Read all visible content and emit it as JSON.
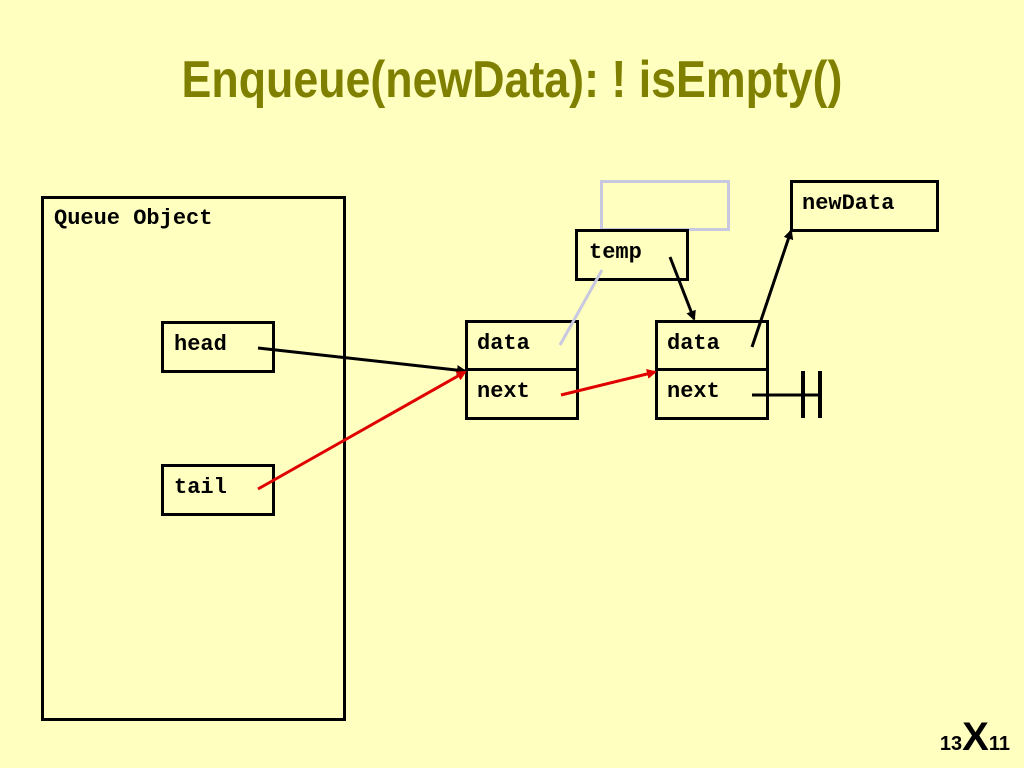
{
  "slide": {
    "title": "Enqueue(newData): ! isEmpty()",
    "queue_object_label": "Queue Object",
    "head_label": "head",
    "tail_label": "tail",
    "node1": {
      "data_label": "data",
      "next_label": "next"
    },
    "node2": {
      "data_label": "data",
      "next_label": "next"
    },
    "temp_label": "temp",
    "newdata_label": "newData",
    "footer": {
      "left": "13",
      "mid": "X",
      "right": "11"
    }
  },
  "colors": {
    "background": "#ffffc0",
    "title": "#808000",
    "pointer_black": "#000000",
    "pointer_red": "#e00000",
    "faded_box": "#c8c8e0"
  }
}
